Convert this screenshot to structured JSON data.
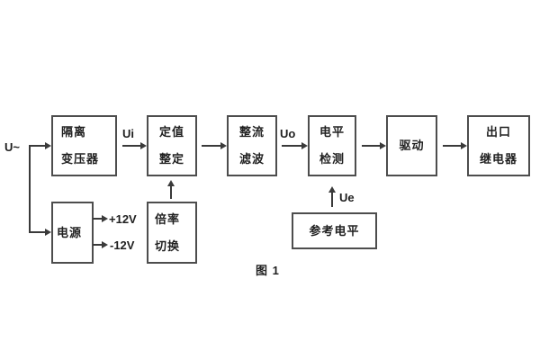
{
  "figure_caption": "图 1",
  "diagram": {
    "input_label": "U~",
    "signals": {
      "ui": "Ui",
      "uo": "Uo",
      "ue": "Ue"
    },
    "power_rails": {
      "positive": "+12V",
      "negative": "-12V"
    },
    "boxes": [
      {
        "name": "isolation-transformer",
        "lines": [
          "隔离",
          "变压器"
        ]
      },
      {
        "name": "setpoint-adjust",
        "lines": [
          "定值",
          "整定"
        ]
      },
      {
        "name": "rectifier-filter",
        "lines": [
          "整流",
          "滤波"
        ]
      },
      {
        "name": "level-detector",
        "lines": [
          "电平",
          "检测"
        ]
      },
      {
        "name": "driver",
        "lines": [
          "驱动"
        ]
      },
      {
        "name": "output-relay",
        "lines": [
          "出口",
          "继电器"
        ]
      },
      {
        "name": "power-supply",
        "lines": [
          "电源"
        ]
      },
      {
        "name": "ratio-switch",
        "lines": [
          "倍率",
          "切换"
        ]
      },
      {
        "name": "reference-level",
        "lines": [
          "参考电平"
        ]
      }
    ],
    "colors": {
      "line": "#3a3a3a",
      "box_border": "#4d4d4d",
      "text": "#1f1f1f",
      "background": "#ffffff"
    }
  }
}
